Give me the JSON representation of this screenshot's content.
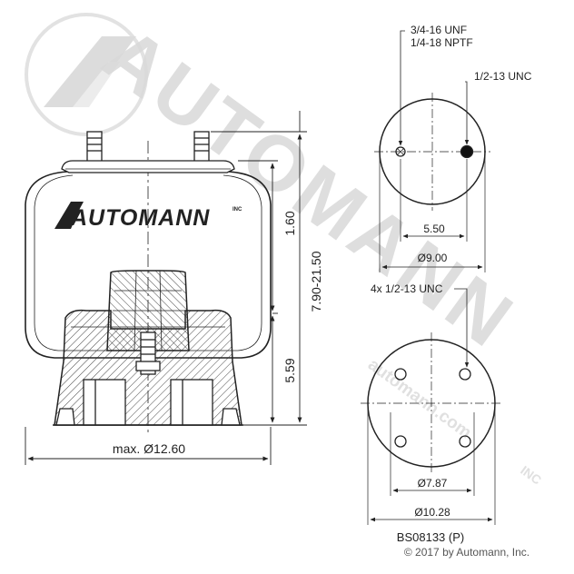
{
  "watermark": {
    "brand": "AUTOMANN",
    "suffix": "INC",
    "url": "automann.com"
  },
  "side_view": {
    "logo_text": "AUTOMANN",
    "logo_suffix": "INC",
    "dim_upper": "1.60",
    "dim_lower": "5.59",
    "dim_height": "7.90-21.50",
    "dim_diameter": "max. Ø12.60"
  },
  "top_view": {
    "callout_thread_1": "3/4-16 UNF",
    "callout_thread_2": "1/4-18 NPTF",
    "callout_stud": "1/2-13 UNC",
    "dim_spacing": "5.50",
    "dim_diameter": "Ø9.00"
  },
  "bottom_view": {
    "callout_holes": "4x 1/2-13 UNC",
    "dim_bolt_circle": "Ø7.87",
    "dim_diameter": "Ø10.28"
  },
  "footer": {
    "part_number": "BS08133 (P)",
    "copyright": "© 2017 by Automann, Inc."
  }
}
